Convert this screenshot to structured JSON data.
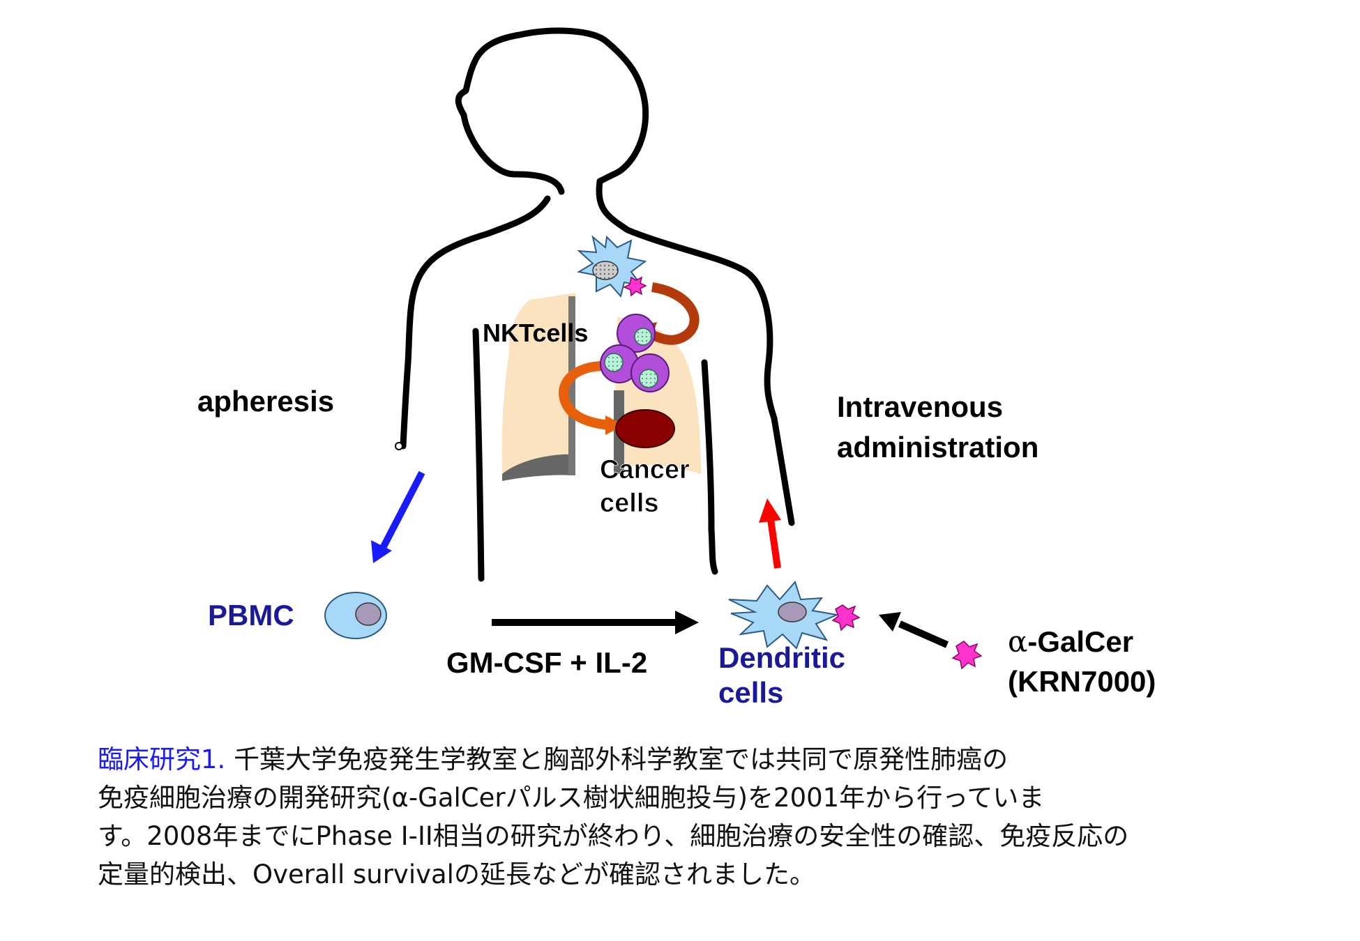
{
  "diagram": {
    "labels": {
      "apheresis": "apheresis",
      "nkt_cells": "NKTcells",
      "cancer_line1": "Cancer",
      "cancer_line2": "cells",
      "intravenous_line1": "Intravenous",
      "intravenous_line2": "administration",
      "pbmc": "PBMC",
      "gmcsf": "GM-CSF + IL-2",
      "dendritic_line1": "Dendritic",
      "dendritic_line2": "cells",
      "galcer_alpha": "α",
      "galcer_line1": "-GalCer",
      "galcer_line2": "(KRN7000)"
    },
    "colors": {
      "outline": "#000000",
      "lung": "#fbe3c0",
      "lung_shadow": "#555555",
      "dendritic_cell": "#a8d8f8",
      "nucleus": "#a79ab8",
      "galcer": "#ff33cc",
      "nkt_cell": "#b34ddb",
      "nkt_nucleus": "#a8e8cc",
      "cancer_cell": "#8b0000",
      "arrow_curve": "#e8600a",
      "arrow_apheresis": "#1a1aff",
      "arrow_iv": "#ff0000",
      "label_blue": "#1a1a99"
    }
  },
  "caption": {
    "lead": "臨床研究1.",
    "line1": " 千葉大学免疫発生学教室と胸部外科学教室では共同で原発性肺癌の",
    "line2": "免疫細胞治療の開発研究(α-GalCerパルス樹状細胞投与)を2001年から行っていま",
    "line3": "す。2008年までにPhase I-II相当の研究が終わり、細胞治療の安全性の確認、免疫反応の",
    "line4": "定量的検出、Overall survivalの延長などが確認されました。"
  }
}
